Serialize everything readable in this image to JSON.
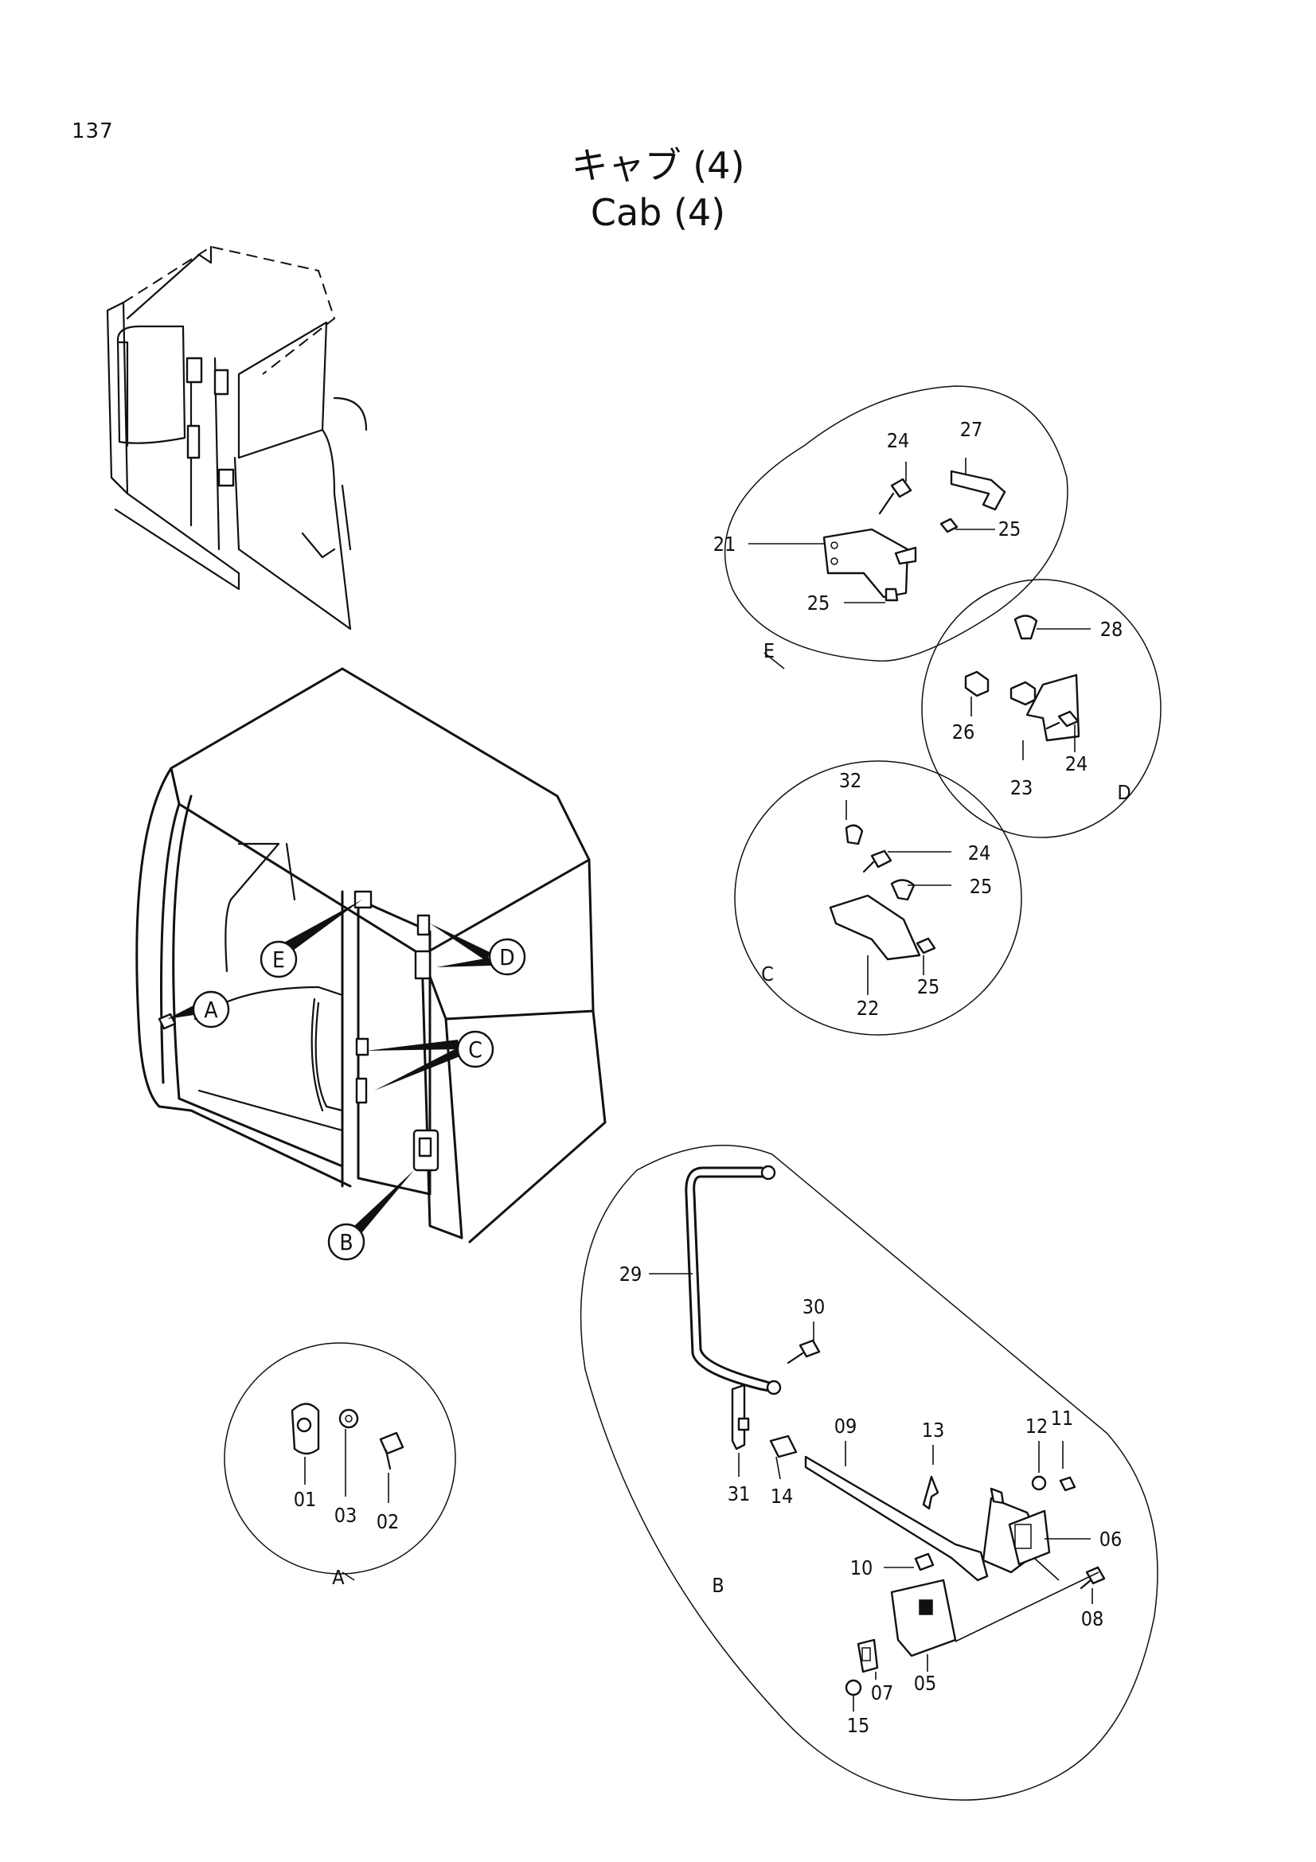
{
  "page_number": "137",
  "title_ja": "キャブ (4)",
  "title_en": "Cab (4)",
  "main_callouts": [
    "E",
    "A",
    "D",
    "C",
    "B"
  ],
  "detail_letters": {
    "E": "E",
    "D": "D",
    "C": "C",
    "A": "A",
    "B": "B"
  },
  "parts": {
    "e24": "24",
    "e27": "27",
    "e21": "21",
    "e25a": "25",
    "e25b": "25",
    "d28": "28",
    "d26": "26",
    "d23": "23",
    "d24": "24",
    "c32": "32",
    "c24": "24",
    "c25a": "25",
    "c25b": "25",
    "c22": "22",
    "a01": "01",
    "a03": "03",
    "a02": "02",
    "b29": "29",
    "b30": "30",
    "b31": "31",
    "b14": "14",
    "b09": "09",
    "b13": "13",
    "b12": "12",
    "b11": "11",
    "b06": "06",
    "b10": "10",
    "b08": "08",
    "b05": "05",
    "b07": "07",
    "b15": "15"
  }
}
